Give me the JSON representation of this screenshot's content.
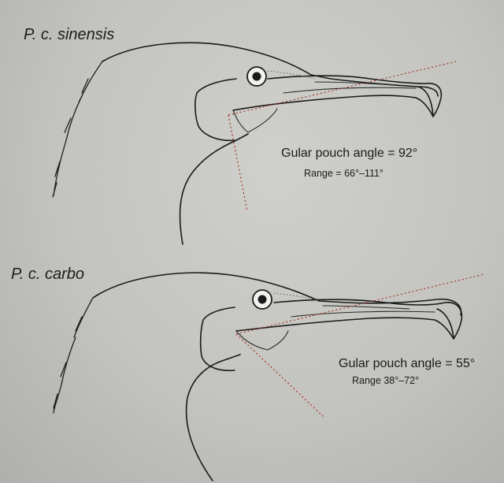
{
  "figure": {
    "panels": [
      {
        "species": "P. c. sinensis",
        "angle_text": "Gular pouch angle = 92°",
        "range_text": "Range = 66°–111°"
      },
      {
        "species": "P. c. carbo",
        "angle_text": "Gular pouch angle = 55°",
        "range_text": "Range 38°–72°"
      }
    ],
    "colors": {
      "ink": "#1a1a1a",
      "angle_line": "#a8382e",
      "paper": "#c6c6c2"
    }
  }
}
